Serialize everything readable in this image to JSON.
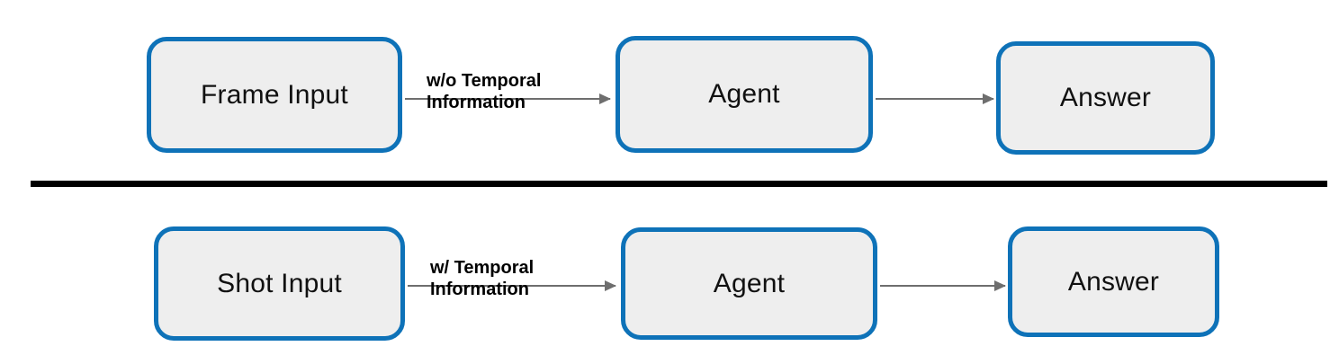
{
  "diagram": {
    "title": "Frame Input vs Shot Input agent pipelines",
    "background_color": "#ffffff",
    "node_fill_color": "#eeeeee",
    "node_border_color": "#0e72b8",
    "arrow_color": "#6e6e6e",
    "divider_color": "#000000",
    "label_text_color": "#000000"
  },
  "rows": [
    {
      "id": "row-without-temporal",
      "nodes": [
        {
          "id": "frame-input",
          "label": "Frame Input"
        },
        {
          "id": "agent-top",
          "label": "Agent"
        },
        {
          "id": "answer-top",
          "label": "Answer"
        }
      ],
      "edges": [
        {
          "id": "edge-frame-to-agent",
          "label_line1": "w/o Temporal",
          "label_line2": "Information"
        },
        {
          "id": "edge-agent-to-answer",
          "label_line1": "",
          "label_line2": ""
        }
      ]
    },
    {
      "id": "row-with-temporal",
      "nodes": [
        {
          "id": "shot-input",
          "label": "Shot Input"
        },
        {
          "id": "agent-bottom",
          "label": "Agent"
        },
        {
          "id": "answer-bottom",
          "label": "Answer"
        }
      ],
      "edges": [
        {
          "id": "edge-shot-to-agent",
          "label_line1": "w/ Temporal",
          "label_line2": "Information"
        },
        {
          "id": "edge-agent-to-answer",
          "label_line1": "",
          "label_line2": ""
        }
      ]
    }
  ]
}
